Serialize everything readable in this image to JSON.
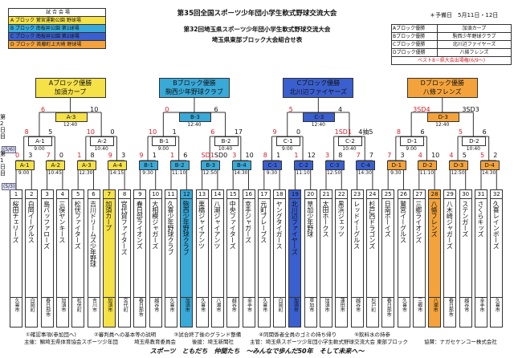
{
  "header": {
    "title1": "第35回全国スポーツ少年団小学生軟式野球交流大会",
    "title2": "第32回埼玉県スポーツ少年団小学生軟式野球交流大会",
    "title3": "埼玉県東部ブロック大会組合せ表",
    "date": "＊予備日　5月11日・12日"
  },
  "venues": {
    "heading": "試 合 会 場",
    "items": [
      "A ブロック 鷲宮運動公園 野球場",
      "B ブロック 南桜井公園 第1球場",
      "C ブロック 南桜井公園 第2球場",
      "D ブロック 首藤町上大崎 野球場"
    ],
    "colors": [
      "#f5e148",
      "#39a9d8",
      "#3a5fcf",
      "#f4a33c"
    ]
  },
  "legend": {
    "rows": [
      {
        "k": "Aブロック優勝",
        "v": "加須カープ"
      },
      {
        "k": "Bブロック優勝",
        "v": "駒西少年野球クラブ"
      },
      {
        "k": "Cブロック優勝",
        "v": "北川辺ファイヤーズ"
      },
      {
        "k": "Dブロック優勝",
        "v": "八條フレンズ"
      }
    ],
    "note": "ベスト8＝県大会出場権(6/9～)"
  },
  "champions": [
    {
      "l1": "Aブロック優勝",
      "l2": "加須カープ",
      "color": "#f5e148"
    },
    {
      "l1": "Bブロック優勝",
      "l2": "駒西少年野球クラブ",
      "color": "#39a9d8"
    },
    {
      "l1": "Cブロック優勝",
      "l2": "北川辺ファイヤーズ",
      "color": "#3a5fcf"
    },
    {
      "l1": "Dブロック優勝",
      "l2": "八條フレンズ",
      "color": "#f4a33c"
    }
  ],
  "finals": [
    {
      "label": "A-3",
      "time": "12:40",
      "ls": "6",
      "rs": "10"
    },
    {
      "label": "B-3",
      "time": "12:40",
      "ls": "0",
      "rs": "6"
    },
    {
      "label": "C-3",
      "time": "12:40",
      "ls": "5",
      "rs": "4"
    },
    {
      "label": "D-3",
      "time": "12:40",
      "ls": "3SD4",
      "rs": "3SD3"
    }
  ],
  "round2": [
    {
      "label": "A-1",
      "time": "9:00",
      "ls": "8",
      "rs": "5"
    },
    {
      "label": "A-2",
      "time": "10:40",
      "ls": "10",
      "rs": "0"
    },
    {
      "label": "B-1",
      "time": "9:00",
      "ls": "10",
      "rs": "1"
    },
    {
      "label": "B-2",
      "time": "10:40",
      "ls": "6",
      "rs": "17"
    },
    {
      "label": "C-1",
      "time": "9:00",
      "ls": "9",
      "rs": "0"
    },
    {
      "label": "C-2",
      "time": "10:40",
      "ls": "1SD1",
      "rs": "4抽5"
    },
    {
      "label": "D-1",
      "time": "9:00",
      "ls": "8",
      "rs": "6"
    },
    {
      "label": "D-2",
      "time": "10:40",
      "ls": "5",
      "rs": "6"
    }
  ],
  "round1": [
    {
      "label": "A-1",
      "time": "9:00",
      "color": "#f5e148",
      "ls": "0",
      "rs": "3"
    },
    {
      "label": "A-2",
      "time": "10:45",
      "color": "#f5e148",
      "ls": "7",
      "rs": "0"
    },
    {
      "label": "A-3",
      "time": "12:30",
      "color": "#f5e148",
      "ls": "1",
      "rs": "8"
    },
    {
      "label": "A-4",
      "time": "14:15",
      "color": "#f5e148",
      "ls": "9",
      "rs": "3"
    },
    {
      "label": "B-1",
      "time": "9:30",
      "color": "#39a9d8",
      "ls": "9",
      "rs": "1"
    },
    {
      "label": "B-2",
      "time": "11:10",
      "color": "#39a9d8",
      "ls": "1",
      "rs": "6"
    },
    {
      "label": "B-3",
      "time": "12:50",
      "color": "#39a9d8",
      "ls": "SD1",
      "rs": "SD0"
    },
    {
      "label": "B-4",
      "time": "14:30",
      "color": "#39a9d8",
      "ls": "3",
      "rs": "10"
    },
    {
      "label": "C-1",
      "time": "9:30",
      "color": "#3a5fcf",
      "ls": "8",
      "rs": "1"
    },
    {
      "label": "C-2",
      "time": "11:10",
      "color": "#3a5fcf",
      "ls": "1",
      "rs": "12"
    },
    {
      "label": "C-3",
      "time": "12:50",
      "color": "#3a5fcf",
      "ls": "3",
      "rs": "8"
    },
    {
      "label": "C-4",
      "time": "14:30",
      "color": "#3a5fcf",
      "ls": "7",
      "rs": "7"
    },
    {
      "label": "D-1",
      "time": "9:30",
      "color": "#f4a33c",
      "ls": "7",
      "rs": "3"
    },
    {
      "label": "D-2",
      "time": "11:10",
      "color": "#f4a33c",
      "ls": "4",
      "rs": "10"
    },
    {
      "label": "D-3",
      "time": "12:50",
      "color": "#f4a33c",
      "ls": "4",
      "rs": "5"
    },
    {
      "label": "D-4",
      "time": "14:30",
      "color": "#f4a33c",
      "ls": "5",
      "rs": "2"
    }
  ],
  "days": {
    "d2": "第2日目",
    "d1": "第1日目",
    "d2date": "(5/6)",
    "d1date": "(5/3)"
  },
  "teams": [
    {
      "no": "1",
      "name": "桜田チェリーズ",
      "city": "久喜市",
      "hl": ""
    },
    {
      "no": "2",
      "name": "白岡イーグルス",
      "city": "白岡町",
      "hl": ""
    },
    {
      "no": "3",
      "name": "島バッファローズ",
      "city": "春日部市",
      "hl": ""
    },
    {
      "no": "4",
      "name": "三俣ヤンキース",
      "city": "加須市",
      "hl": ""
    },
    {
      "no": "5",
      "name": "松伏ファイターズ",
      "city": "松伏町",
      "hl": ""
    },
    {
      "no": "6",
      "name": "吉川ドリームズ少年野球",
      "city": "吉川市",
      "hl": ""
    },
    {
      "no": "7",
      "name": "加須カープ",
      "city": "加須市",
      "hl": "#f5e148"
    },
    {
      "no": "8",
      "name": "宮代賀ファイターズ",
      "city": "宮代町",
      "hl": ""
    },
    {
      "no": "9",
      "name": "春日部ライオンズ",
      "city": "春日部市",
      "hl": ""
    },
    {
      "no": "10",
      "name": "大相模ジャガーズ",
      "city": "越谷市",
      "hl": ""
    },
    {
      "no": "11",
      "name": "久喜少年野球クラブ",
      "city": "久喜市",
      "hl": ""
    },
    {
      "no": "12",
      "name": "駒西少年野球クラブ",
      "city": "加須市",
      "hl": "#39a9d8"
    },
    {
      "no": "13",
      "name": "栗橋ジャイアンツ",
      "city": "久喜市",
      "hl": ""
    },
    {
      "no": "14",
      "name": "八潮ジャイアンツ",
      "city": "八潮市",
      "hl": ""
    },
    {
      "no": "15",
      "name": "中央ファイターズ",
      "city": "越谷市",
      "hl": ""
    },
    {
      "no": "16",
      "name": "幸手ジャガーズ",
      "city": "幸手市",
      "hl": ""
    },
    {
      "no": "17",
      "name": "元町ブレーブス",
      "city": "久喜市",
      "hl": ""
    },
    {
      "no": "18",
      "name": "ヤングタイガース",
      "city": "白岡町",
      "hl": ""
    },
    {
      "no": "19",
      "name": "北川辺ファイヤーズ",
      "city": "加須市",
      "hl": "#3a5fcf"
    },
    {
      "no": "20",
      "name": "草加少年野球",
      "city": "草加市",
      "hl": ""
    },
    {
      "no": "21",
      "name": "太田ホークス",
      "city": "加須市",
      "hl": ""
    },
    {
      "no": "22",
      "name": "黒浜ジェッツ",
      "city": "蓮田市",
      "hl": ""
    },
    {
      "no": "23",
      "name": "レッドイーグルス",
      "city": "越谷市",
      "hl": ""
    },
    {
      "no": "24",
      "name": "杉戸西ドラゴンズ",
      "city": "杉戸町",
      "hl": ""
    },
    {
      "no": "25",
      "name": "日南ボーイズ",
      "city": "春日部市",
      "hl": ""
    },
    {
      "no": "26",
      "name": "鷲宮イーグルス",
      "city": "久喜市",
      "hl": ""
    },
    {
      "no": "27",
      "name": "三郷ライオンズ",
      "city": "三郷市",
      "hl": ""
    },
    {
      "no": "28",
      "name": "八條フレンズ",
      "city": "八潮市",
      "hl": "#f4a33c"
    },
    {
      "no": "29",
      "name": "八木崎ジャガーズ",
      "city": "春日部市",
      "hl": ""
    },
    {
      "no": "30",
      "name": "ステンガーズ",
      "city": "越谷市",
      "hl": ""
    },
    {
      "no": "31",
      "name": "さくらキッズ",
      "city": "幸手市",
      "hl": ""
    },
    {
      "no": "32",
      "name": "久喜レインボーズ",
      "city": "久喜市",
      "hl": ""
    }
  ],
  "notes": [
    "①確認事項(参加団へ)",
    "②審判員への基本等の説明",
    "③試合終了後のグランド整備",
    "④同関係者全員のゴミの持ち帰り",
    "⑤飲料水の持参"
  ],
  "footer": {
    "a": "主催：鯛埼玉県体育協会スポーツ少年団",
    "b": "埼玉県教育委員会",
    "c": "後援：埼玉新聞社",
    "d": "主管：埼玉県スポーツ少年団小学生軟式野球交流大会 東部ブロック",
    "e": "協賛：ナガセケンコー株式会社"
  },
  "motto": "スポーツ　ともだち　仲間たち　～みんなで歩んだ50年　そして未来へ～"
}
